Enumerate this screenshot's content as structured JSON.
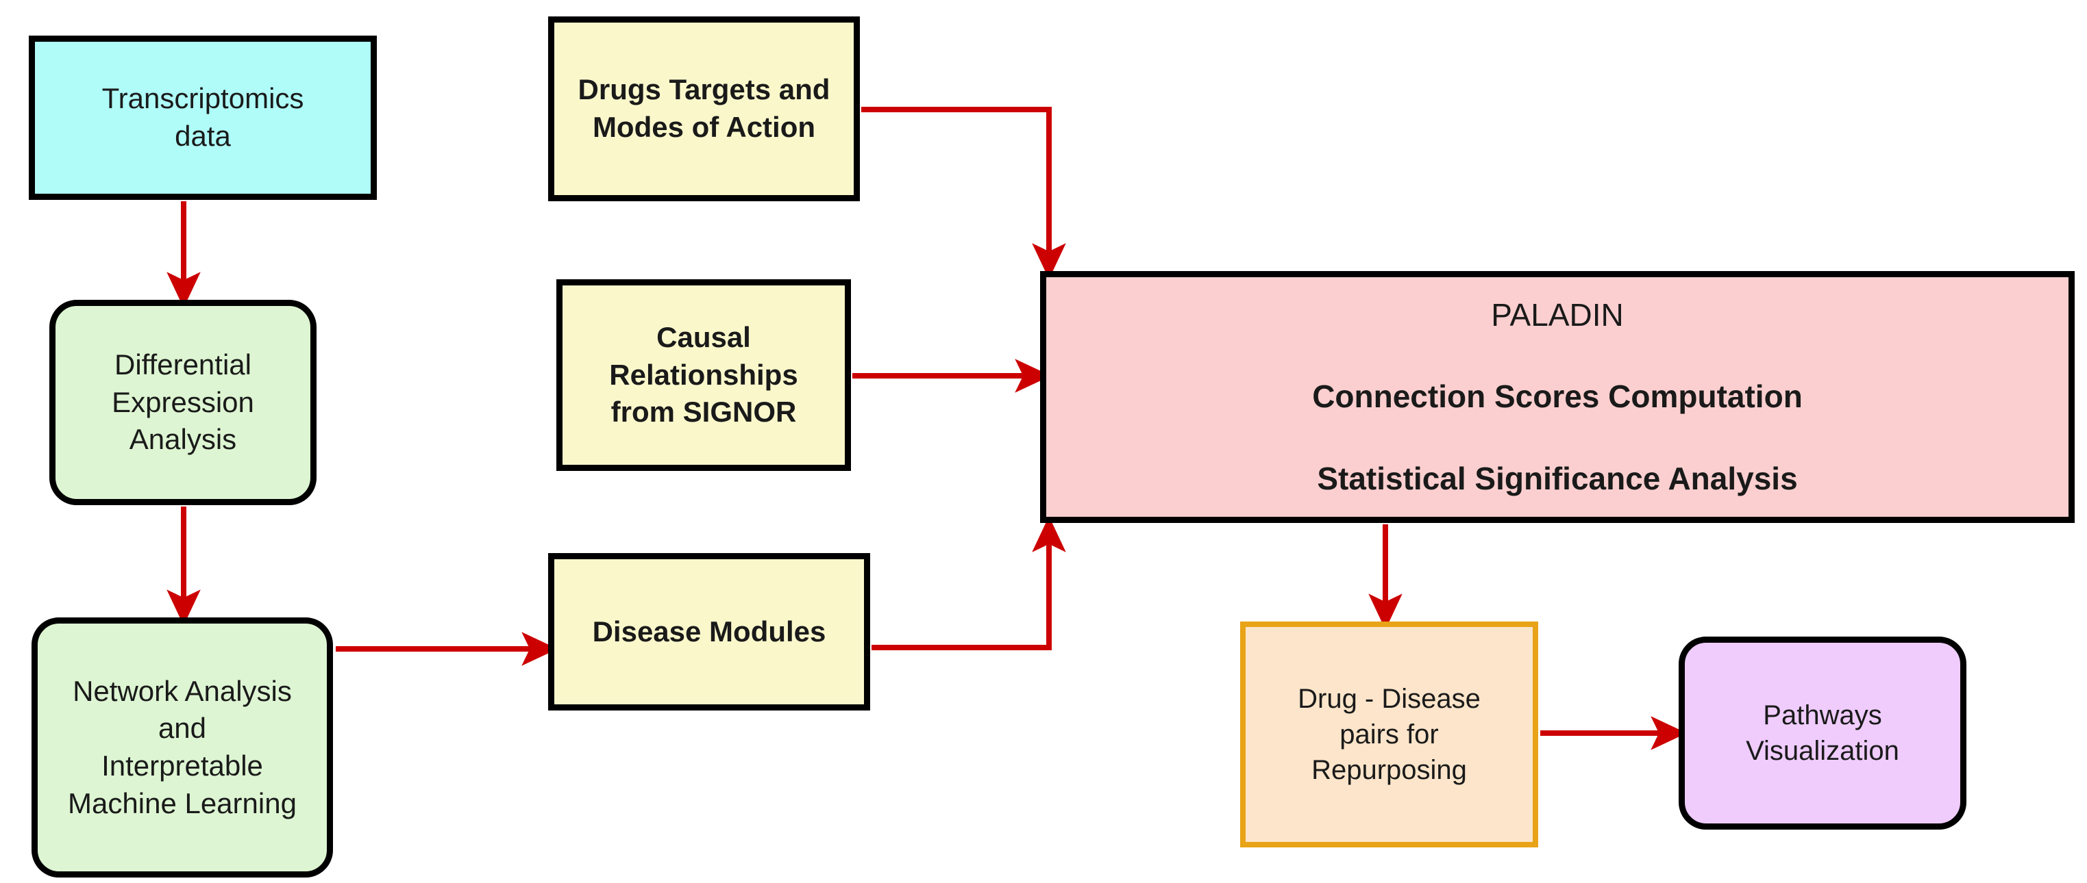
{
  "diagram": {
    "title": "PALADIN drug repurposing workflow",
    "background": "#ffffff",
    "edge_color": "#CC0000",
    "border_color": "#000000"
  },
  "nodes": {
    "transcriptomics": {
      "label": "Transcriptomics\ndata",
      "fill": "#AFFCF8",
      "shape": "rectangle"
    },
    "differential": {
      "label": "Differential\nExpression\nAnalysis",
      "fill": "#DDF5D2",
      "shape": "rounded-rectangle"
    },
    "network": {
      "label": "Network Analysis\nand\nInterpretable\nMachine Learning",
      "fill": "#DDF5D2",
      "shape": "rounded-rectangle"
    },
    "drugs": {
      "label": "Drugs Targets and\nModes of Action",
      "fill": "#FAF8CB",
      "shape": "rectangle"
    },
    "causal": {
      "label": "Causal\nRelationships\nfrom SIGNOR",
      "fill": "#FAF8CB",
      "shape": "rectangle"
    },
    "disease_modules": {
      "label": "Disease Modules",
      "fill": "#FAF8CB",
      "shape": "rectangle"
    },
    "paladin": {
      "title": "PALADIN",
      "line2": "Connection Scores Computation",
      "line3": "Statistical Significance Analysis",
      "fill": "#FBCFCF",
      "shape": "rectangle"
    },
    "drug_disease": {
      "label": "Drug - Disease\npairs for\nRepurposing",
      "fill": "#FCE5CA",
      "border": "#E8A317",
      "shape": "rectangle"
    },
    "pathways": {
      "label": "Pathways\nVisualization",
      "fill": "#EFCCFC",
      "shape": "rounded-rectangle"
    }
  },
  "edges": [
    {
      "id": "e1",
      "from": "transcriptomics",
      "to": "differential",
      "style": "straight-down"
    },
    {
      "id": "e2",
      "from": "differential",
      "to": "network",
      "style": "straight-down"
    },
    {
      "id": "e3",
      "from": "network",
      "to": "disease_modules",
      "style": "straight-right"
    },
    {
      "id": "e4",
      "from": "drugs",
      "to": "paladin",
      "style": "right-then-down"
    },
    {
      "id": "e5",
      "from": "causal",
      "to": "paladin",
      "style": "straight-right"
    },
    {
      "id": "e6",
      "from": "disease_modules",
      "to": "paladin",
      "style": "right-then-up"
    },
    {
      "id": "e7",
      "from": "paladin",
      "to": "drug_disease",
      "style": "straight-down"
    },
    {
      "id": "e8",
      "from": "drug_disease",
      "to": "pathways",
      "style": "straight-right"
    }
  ]
}
